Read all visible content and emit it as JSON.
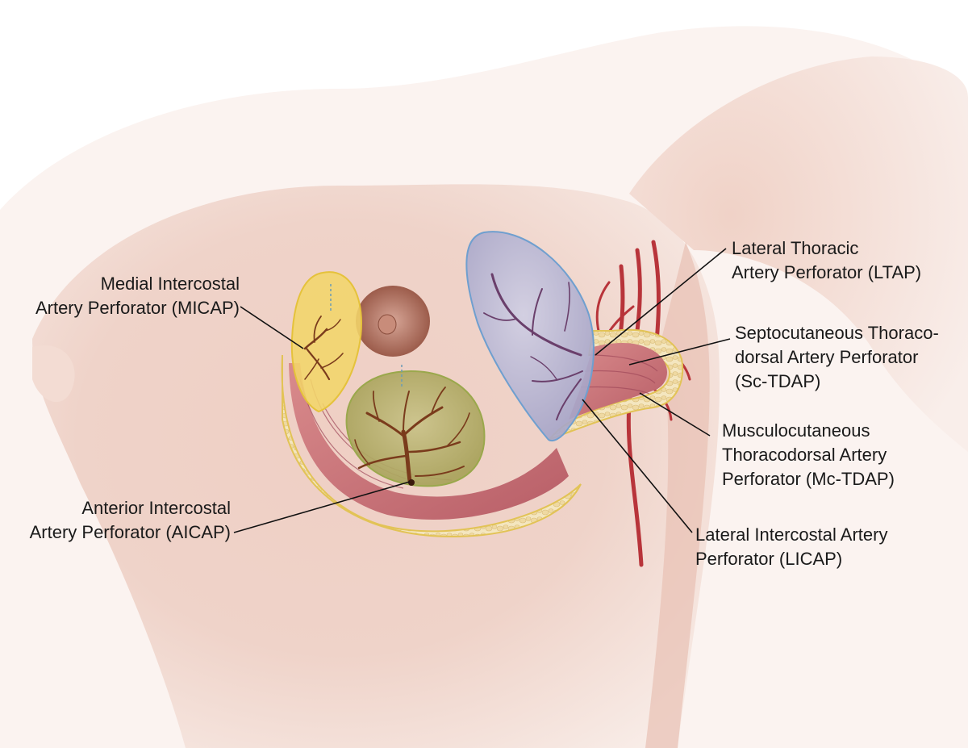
{
  "labels": {
    "micap": {
      "line1": "Medial Intercostal",
      "line2": "Artery Perforator (MICAP)"
    },
    "aicap": {
      "line1": "Anterior Intercostal",
      "line2": "Artery Perforator (AICAP)"
    },
    "ltap": {
      "line1": "Lateral Thoracic",
      "line2": "Artery Perforator (LTAP)"
    },
    "sctdap": {
      "line1": "Septocutaneous Thoraco-",
      "line2": "dorsal Artery Perforator",
      "line3": "(Sc-TDAP)"
    },
    "mctdap": {
      "line1": "Musculocutaneous",
      "line2": "Thoracodorsal Artery",
      "line3": "Perforator (Mc-TDAP)"
    },
    "licap": {
      "line1": "Lateral Intercostal Artery",
      "line2": "Perforator (LICAP)"
    }
  },
  "colors": {
    "skin_light": "#f6e3dc",
    "skin_mid": "#edc9bd",
    "skin_shadow": "#d9a79a",
    "muscle": "#c9707a",
    "fat": "#f3e2b5",
    "flap_yellow": "#f3d56a",
    "flap_green": "#b7b36a",
    "flap_blue": "#b9b7d6",
    "vessel_brown": "#7a3b1c",
    "vessel_purple": "#6a3f6b",
    "vessel_red": "#b8343a",
    "nipple": "#a86a5a",
    "leader": "#111111"
  }
}
